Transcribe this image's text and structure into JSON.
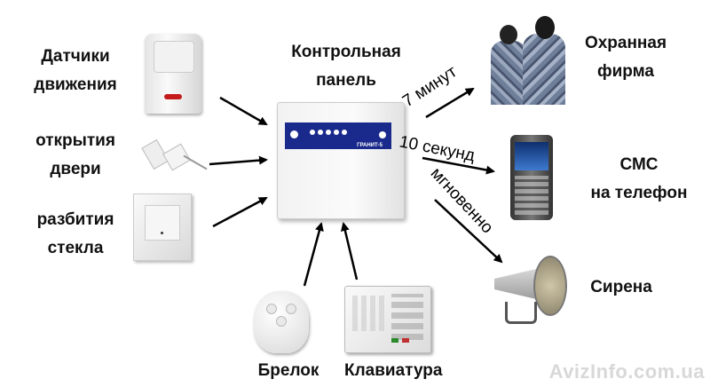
{
  "sensors": {
    "motion": {
      "line1": "Датчики",
      "line2": "движения"
    },
    "door": {
      "line1": "открытия",
      "line2": "двери"
    },
    "glass": {
      "line1": "разбития",
      "line2": "стекла"
    }
  },
  "panel": {
    "line1": "Контрольная",
    "line2": "панель",
    "model": "ГРАНИТ-5"
  },
  "inputs": {
    "keyfob": "Брелок",
    "keypad": "Клавиатура"
  },
  "outputs": {
    "security": {
      "line1": "Охранная",
      "line2": "фирма",
      "time": "7 минут"
    },
    "sms": {
      "line1": "СМС",
      "line2": "на телефон",
      "time": "10 секунд"
    },
    "siren": {
      "label": "Сирена",
      "time": "мгновенно"
    }
  },
  "watermark": "AvizInfo.com.ua",
  "colors": {
    "panel_strip": "#1a2a8c",
    "arrow": "#000000"
  }
}
